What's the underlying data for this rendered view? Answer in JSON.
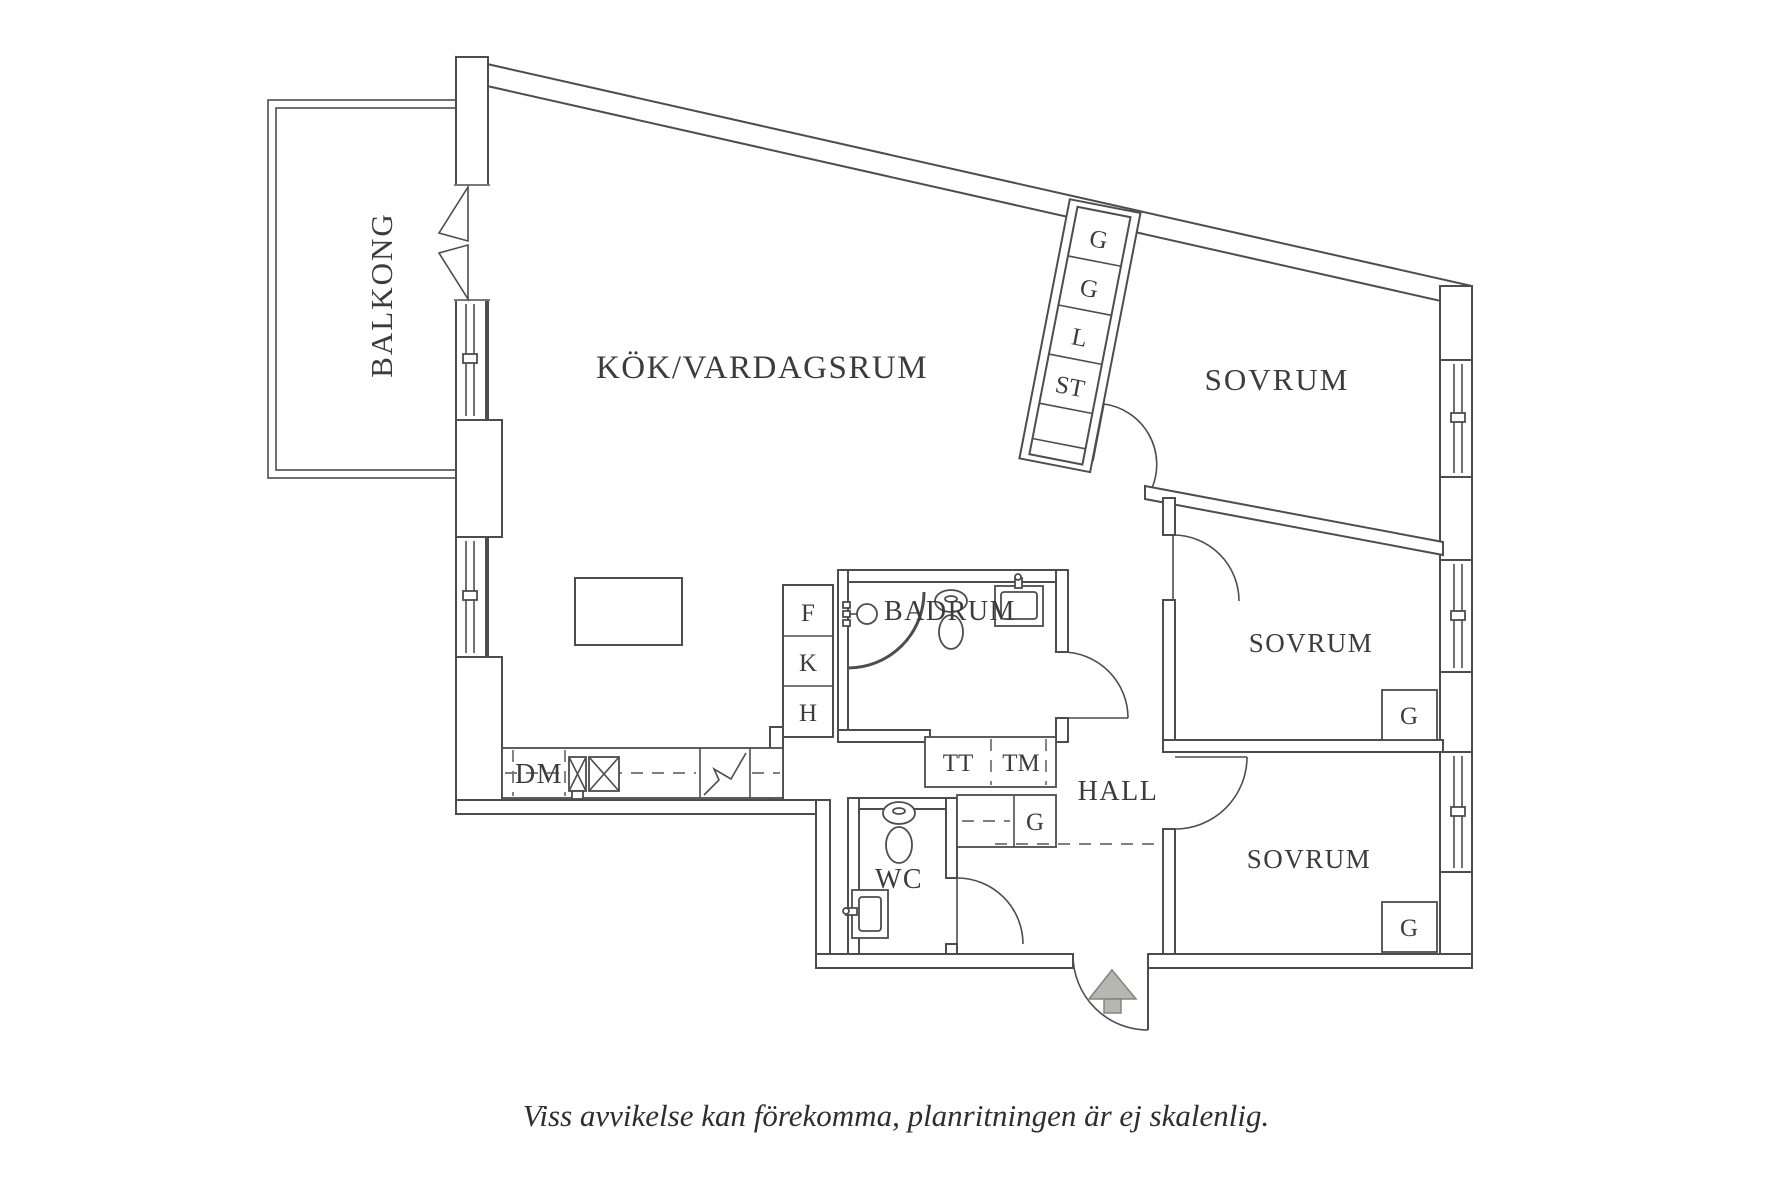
{
  "caption": "Viss avvikelse kan förekomma, planritningen är ej skalenlig.",
  "rooms": {
    "balcony": "BALKONG",
    "kitchen_living": "KÖK/VARDAGSRUM",
    "bedroom_top": "SOVRUM",
    "bedroom_middle": "SOVRUM",
    "bedroom_bottom": "SOVRUM",
    "bathroom": "BADRUM",
    "toilet": "WC",
    "hall": "HALL"
  },
  "closet_column_cells": [
    "G",
    "G",
    "L",
    "ST"
  ],
  "appliance_column_cells": [
    "F",
    "K",
    "H"
  ],
  "laundry_cells": [
    "TT",
    "TM"
  ],
  "wardrobes": {
    "hall": "G",
    "bedroom_middle": "G",
    "bedroom_bottom": "G"
  },
  "kitchen": {
    "dishwasher": "DM"
  },
  "colors": {
    "wall": "#4d4d4d",
    "text": "#3c3c3c",
    "dashed": "#6e6e6e",
    "arrow_fill": "#b7b7b1",
    "arrow_stroke": "#83837e",
    "background": "#ffffff"
  }
}
